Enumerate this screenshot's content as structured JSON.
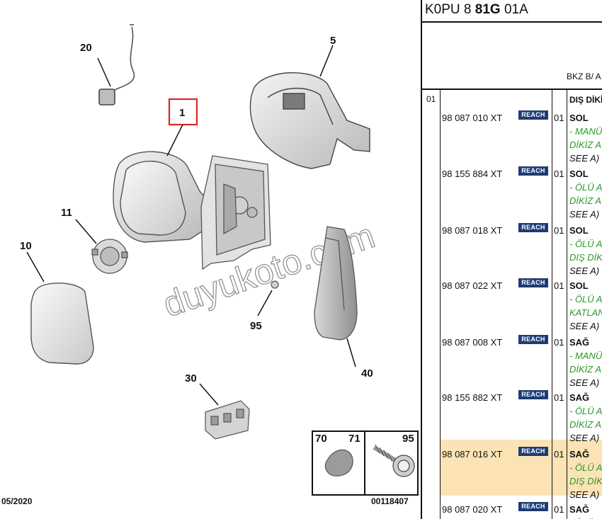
{
  "diagram": {
    "callouts": {
      "c20": "20",
      "c5": "5",
      "c1": "1",
      "c11": "11",
      "c10": "10",
      "c95": "95",
      "c40": "40",
      "c30": "30",
      "c70": "70",
      "c71": "71",
      "c95b": "95"
    },
    "watermark": "duyukoto.com",
    "date": "05/2020",
    "drawing_no": "00118407",
    "highlight_color": "#e0242b"
  },
  "panel": {
    "title_a": "K0PU 8 ",
    "title_b": "81G",
    "title_c": " 01A",
    "bkz": "BKZ B/ A",
    "group": "01",
    "group_desc": "DIŞ DİKİZ",
    "badge_label": "REACH",
    "badge_color": "#1e3c74",
    "highlight_bg": "#fbe3b6",
    "note_color": "#2b9a2b",
    "rows": [
      {
        "pn": "98 087 010 XT",
        "qty": "01",
        "side": "SOL",
        "n1": "- MANÜ",
        "n2": "DİKİZ A",
        "n3": "SEE A)"
      },
      {
        "pn": "98 155 884 XT",
        "qty": "01",
        "side": "SOL",
        "n1": "- ÖLÜ A",
        "n2": "DİKİZ A",
        "n3": "SEE A)"
      },
      {
        "pn": "98 087 018 XT",
        "qty": "01",
        "side": "SOL",
        "n1": "- ÖLÜ A",
        "n2": "DIŞ DİK",
        "n3": "SEE A)"
      },
      {
        "pn": "98 087 022 XT",
        "qty": "01",
        "side": "SOL",
        "n1": "- ÖLÜ A",
        "n2": "KATLAN",
        "n3": "SEE A)"
      },
      {
        "pn": "98 087 008 XT",
        "qty": "01",
        "side": "SAĞ",
        "n1": "- MANÜ",
        "n2": "DİKİZ A",
        "n3": "SEE A)"
      },
      {
        "pn": "98 155 882 XT",
        "qty": "01",
        "side": "SAĞ",
        "n1": "- ÖLÜ A",
        "n2": "DİKİZ A",
        "n3": "SEE A)"
      },
      {
        "pn": "98 087 016 XT",
        "qty": "01",
        "side": "SAĞ",
        "n1": "- ÖLÜ A",
        "n2": "DIŞ DİK",
        "n3": "SEE A)"
      },
      {
        "pn": "98 087 020 XT",
        "qty": "01",
        "side": "SAĞ",
        "n1": "- ÖLÜ A",
        "n2": "",
        "n3": ""
      }
    ]
  }
}
